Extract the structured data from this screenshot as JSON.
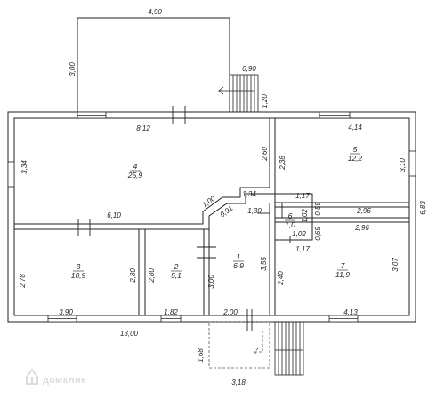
{
  "rooms": [
    {
      "number": "1",
      "area": "6,9"
    },
    {
      "number": "2",
      "area": "5,1"
    },
    {
      "number": "3",
      "area": "10,9"
    },
    {
      "number": "4",
      "area": "25,9"
    },
    {
      "number": "5",
      "area": "12,2"
    },
    {
      "number": "6",
      "area": "1,0"
    },
    {
      "number": "7",
      "area": "11,9"
    }
  ],
  "dimensions": {
    "terrace_width": "4,90",
    "terrace_depth": "3,00",
    "step_top": "0,90",
    "step_top_depth": "1,20",
    "r4_width": "8,12",
    "r4_depth": "3,34",
    "r4_right": "2,60",
    "r4_bottom": "6,10",
    "r5_width": "4,14",
    "r5_left": "2,38",
    "r5_right": "3,10",
    "r5_bottom": "2,96",
    "bath_top": "1,17",
    "bath_left": "1,02",
    "bath_right": "0,55",
    "bath_right2": "0,65",
    "bath_bottom": "1,17",
    "bath_bottom2": "1,02",
    "r7_top": "2,96",
    "r7_left": "2,40",
    "r7_right": "3,07",
    "r7_bottom": "4,13",
    "hall_top": "1,34",
    "hall_diag": "1,00",
    "hall_diag2": "0,91",
    "hall_width": "1,30",
    "hall_right": "3,55",
    "hall_left": "3,00",
    "hall_bottom": "2,00",
    "r2_left": "2,80",
    "r2_bottom": "1,82",
    "r3_left": "2,78",
    "r3_right": "2,80",
    "r3_bottom": "3,90",
    "total_width": "13,00",
    "total_depth": "6,83",
    "porch_depth": "1,68",
    "porch_width": "3,18"
  },
  "watermark": "домклик",
  "colors": {
    "wall": "#222222",
    "dashed": "#555555",
    "watermark": "#dcdcdc"
  }
}
